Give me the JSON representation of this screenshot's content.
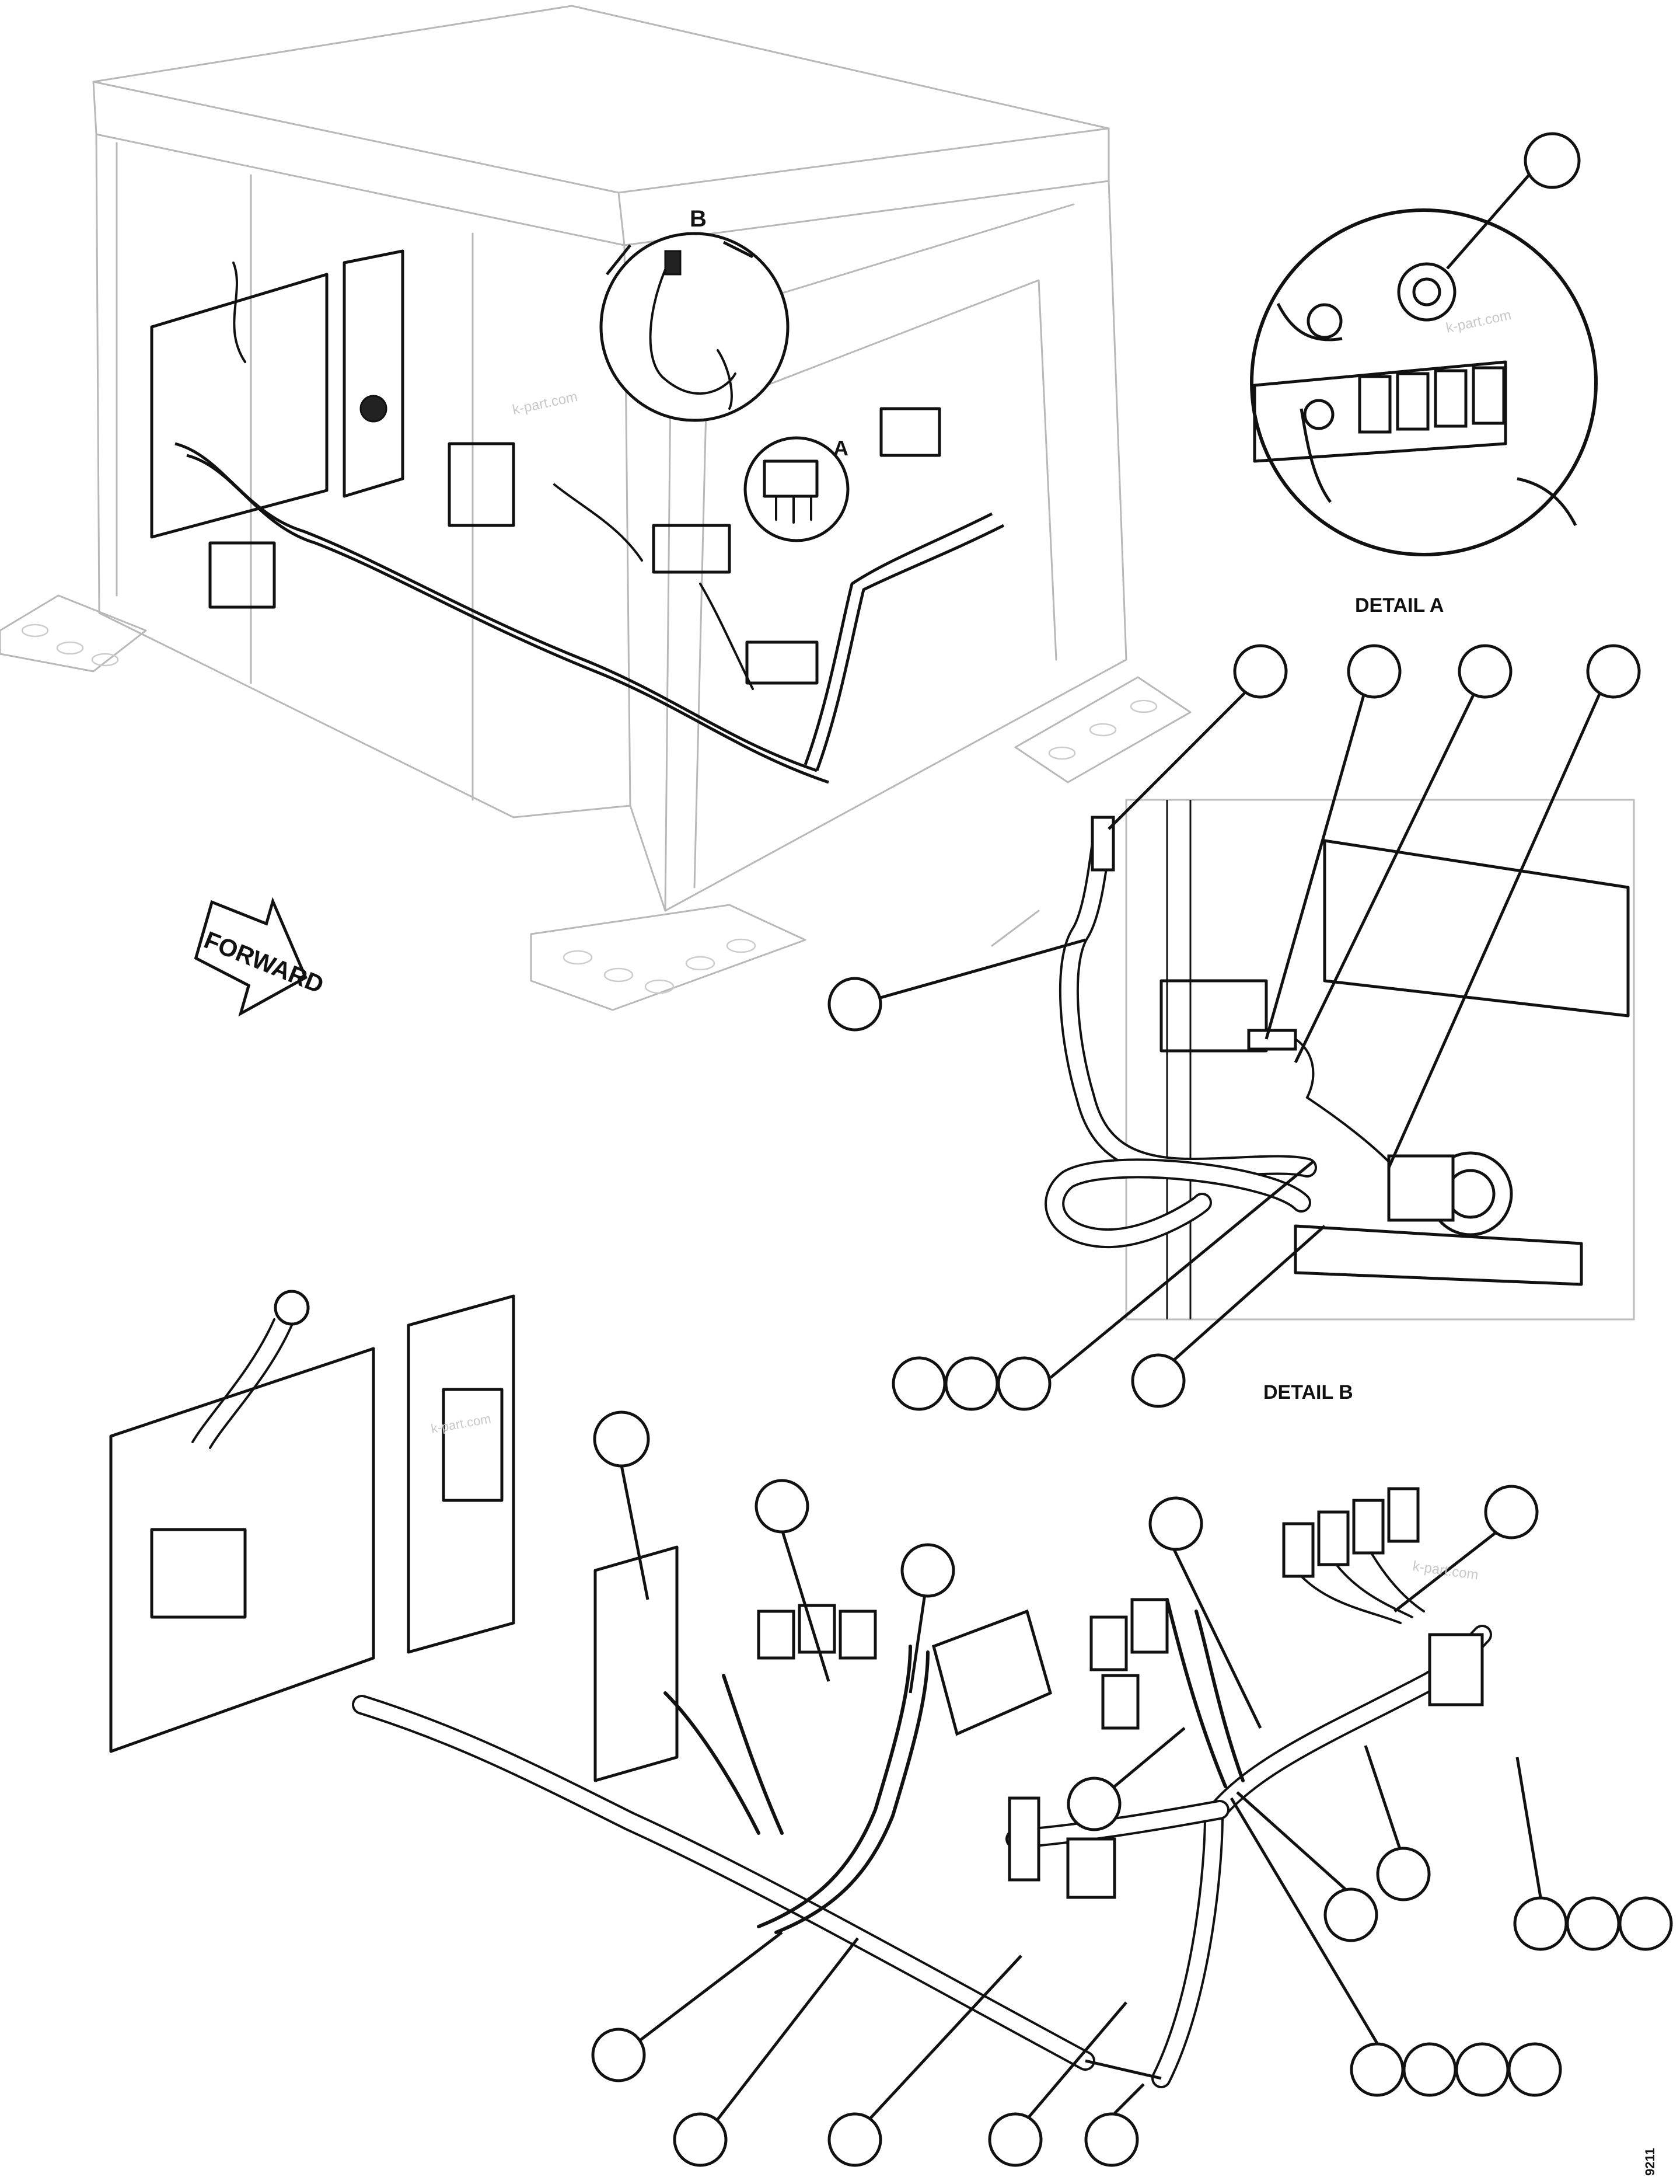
{
  "detail_labels": {
    "detail_a": "DETAIL A",
    "detail_b": "DETAIL B",
    "view_a": "A",
    "view_b": "B"
  },
  "direction_arrow": "FORWARD",
  "watermark": "k-part.com",
  "figure_id": "9211",
  "callouts": {
    "detail_a_item": "",
    "detail_b_items": [
      "",
      "",
      "",
      "",
      "",
      "",
      "",
      "",
      ""
    ],
    "main_items": [
      "",
      "",
      "",
      "",
      "",
      "",
      "",
      "",
      "",
      "",
      "",
      "",
      "",
      "",
      "",
      "",
      "",
      "",
      "",
      "",
      ""
    ]
  }
}
